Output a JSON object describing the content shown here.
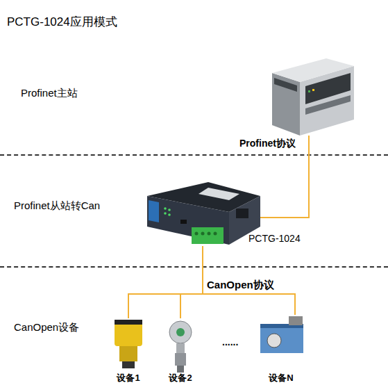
{
  "diagram": {
    "title": "PCTG-1024应用模式",
    "nodes": [
      {
        "text": [
          "Profinet主站"
        ]
      },
      {
        "text": [
          "Profinet从站转Can"
        ]
      },
      {
        "text": [
          "CanOpen设备"
        ]
      },
      {
        "text": [
          "PCTG-1024"
        ],
        "in": 1
      },
      {
        "text": [
          "设备1"
        ],
        "in": 2
      },
      {
        "text": [
          "设备2"
        ],
        "in": 2
      },
      {
        "text": [
          "设备N"
        ],
        "in": 2
      }
    ],
    "edges": [
      {
        "from": 0,
        "to": 3,
        "arrow": "none",
        "label": "Profinet协议"
      },
      {
        "from": 3,
        "to": 4,
        "arrow": "none"
      },
      {
        "from": 3,
        "to": 5,
        "arrow": "none"
      },
      {
        "from": 3,
        "to": 6,
        "arrow": "none"
      }
    ],
    "labels": [
      "CanOpen协议",
      "......"
    ]
  }
}
